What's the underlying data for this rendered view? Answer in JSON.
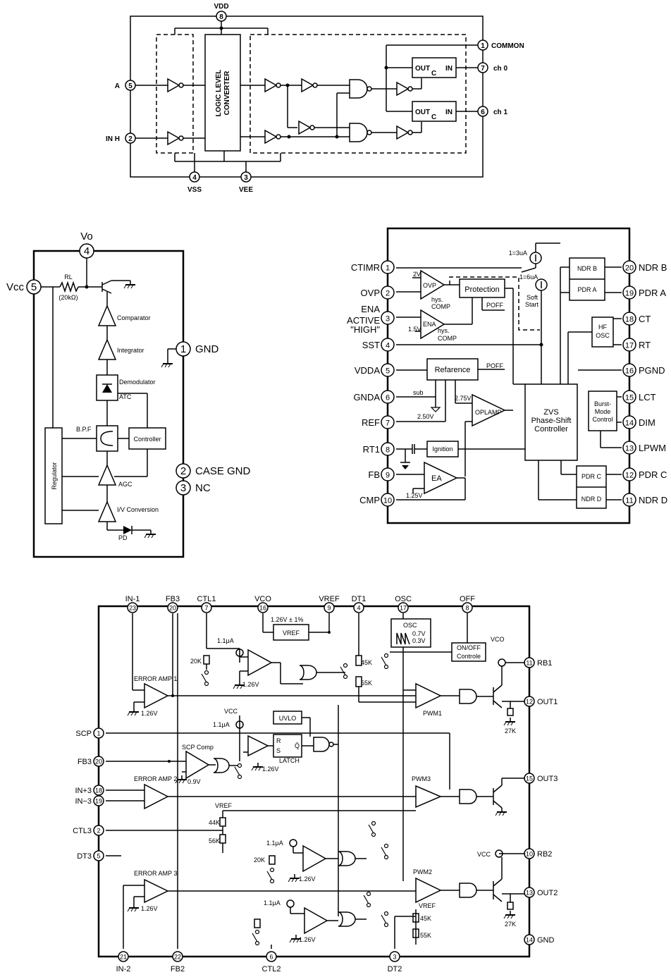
{
  "d1": {
    "pins": {
      "vdd": "8",
      "common": "1",
      "ch0": "7",
      "ch1": "6",
      "a": "5",
      "inh": "2",
      "vss": "4",
      "vee": "3"
    },
    "labels": {
      "vdd": "VDD",
      "common": "COMMON",
      "ch0": "ch 0",
      "ch1": "ch 1",
      "a": "A",
      "inh": "IN H",
      "vss": "VSS",
      "vee": "VEE"
    },
    "converter": [
      "LOGIC LEVEL",
      "CONVERTER"
    ],
    "switch": {
      "out": "OUT",
      "c": "C",
      "in": "IN"
    }
  },
  "d2": {
    "pins": {
      "vo": "4",
      "vcc": "5",
      "gnd": "1",
      "casegnd": "2",
      "nc": "3"
    },
    "labels": {
      "vo": "Vo",
      "vcc": "Vcc",
      "gnd": "GND",
      "casegnd": "CASE GND",
      "nc": "NC"
    },
    "rl": "RL",
    "rl_val": "(20kΩ)",
    "blocks": {
      "comparator": "Comparator",
      "integrator": "Integrator",
      "demodulator": "Demodulator",
      "atc": "ATC",
      "bpf": "B.P.F",
      "controller": "Controller",
      "agc": "AGC",
      "iv": "I/V Conversion",
      "pd": "PD",
      "regulator": "Regulator"
    }
  },
  "d3": {
    "left_pins": [
      {
        "num": "1",
        "label": "CTIMR"
      },
      {
        "num": "2",
        "label": "OVP"
      },
      {
        "num": "3",
        "label": "ENA"
      },
      {
        "num": "4",
        "label": "SST"
      },
      {
        "num": "5",
        "label": "VDDA"
      },
      {
        "num": "6",
        "label": "GNDA"
      },
      {
        "num": "7",
        "label": "REF"
      },
      {
        "num": "8",
        "label": "RT1"
      },
      {
        "num": "9",
        "label": "FB"
      },
      {
        "num": "10",
        "label": "CMP"
      }
    ],
    "ena_extra": [
      "ACTIVE",
      "\"HIGH\""
    ],
    "right_pins": [
      {
        "num": "20",
        "label": "NDR B"
      },
      {
        "num": "19",
        "label": "PDR A"
      },
      {
        "num": "18",
        "label": "CT"
      },
      {
        "num": "17",
        "label": "RT"
      },
      {
        "num": "16",
        "label": "PGND"
      },
      {
        "num": "15",
        "label": "LCT"
      },
      {
        "num": "14",
        "label": "DIM"
      },
      {
        "num": "13",
        "label": "LPWM"
      },
      {
        "num": "12",
        "label": "PDR C"
      },
      {
        "num": "11",
        "label": "NDR D"
      }
    ],
    "text": {
      "i1": "1=3uA",
      "i2": "1=6uA",
      "soft": "Soft",
      "start": "Start",
      "v2": "2V",
      "ovp": "OVP",
      "hys": "hys.",
      "comp": "COMP",
      "v15": "1.5V",
      "ena": "ENA",
      "protection": "Protection",
      "poff": "POFF",
      "reference": "Refarence",
      "poff2": "POFF",
      "sub": "sub",
      "v275": "2.75V",
      "v250": "2.50V",
      "oplamp": "OPLAMP",
      "ignition": "Ignition",
      "ea": "EA",
      "v125": "1.25V",
      "zvs": [
        "ZVS",
        "Phase-Shift",
        "Controller"
      ],
      "ndrb": "NDR B",
      "pdra": "PDR A",
      "hf": "HF",
      "osc": "OSC",
      "burst": [
        "Burst-",
        "Mode",
        "Control"
      ],
      "pdrc": "PDR C",
      "ndrd": "NDR D"
    }
  },
  "d4": {
    "top_pins": [
      {
        "num": "23",
        "label": "IN-1"
      },
      {
        "num": "20",
        "label": "FB3"
      },
      {
        "num": "7",
        "label": "CTL1"
      },
      {
        "num": "16",
        "label": "VCO"
      },
      {
        "num": "9",
        "label": "VREF"
      },
      {
        "num": "4",
        "label": "DT1"
      },
      {
        "num": "17",
        "label": "OSC"
      },
      {
        "num": "8",
        "label": "OFF"
      }
    ],
    "left_pins": [
      {
        "num": "1",
        "label": "SCP"
      },
      {
        "num": "20",
        "label": "FB3"
      },
      {
        "num": "18",
        "label": "IN+3"
      },
      {
        "num": "19",
        "label": "IN−3"
      },
      {
        "num": "2",
        "label": "CTL3"
      },
      {
        "num": "5",
        "label": "DT3"
      }
    ],
    "right_pins": [
      {
        "num": "11",
        "label": "RB1"
      },
      {
        "num": "12",
        "label": "OUT1"
      },
      {
        "num": "15",
        "label": "OUT3"
      },
      {
        "num": "10",
        "label": "RB2"
      },
      {
        "num": "13",
        "label": "OUT2"
      },
      {
        "num": "14",
        "label": "GND"
      }
    ],
    "bottom_pins": [
      {
        "num": "21",
        "label": "IN-2"
      },
      {
        "num": "22",
        "label": "FB2"
      },
      {
        "num": "6",
        "label": "CTL2"
      },
      {
        "num": "3",
        "label": "DT2"
      }
    ],
    "text": {
      "vref_spec": "1.26V ± 1%",
      "vref": "VREF",
      "osc": "OSC",
      "v07": "0.7V",
      "v03": "0.3V",
      "onoff": [
        "ON/OFF",
        "Controle"
      ],
      "vco": "VCO",
      "i11": "1.1μA",
      "r20k": "20K",
      "v126": "1.26V",
      "r45k": "45K",
      "r55k": "55K",
      "ea1": "ERROR AMP 1",
      "pwm1": "PWM1",
      "r27k": "27K",
      "vcc": "VCC",
      "uvlo": "UVLO",
      "r": "R",
      "s": "S",
      "q": "Q̄",
      "latch": "LATCH",
      "scpcomp": "SCP Comp",
      "v09": "0.9V",
      "ea2": "ERROR AMP 2",
      "pwm3": "PWM3",
      "r44k": "44K",
      "r56k": "56K",
      "ea3": "ERROR AMP 3",
      "pwm2": "PWM2"
    }
  }
}
